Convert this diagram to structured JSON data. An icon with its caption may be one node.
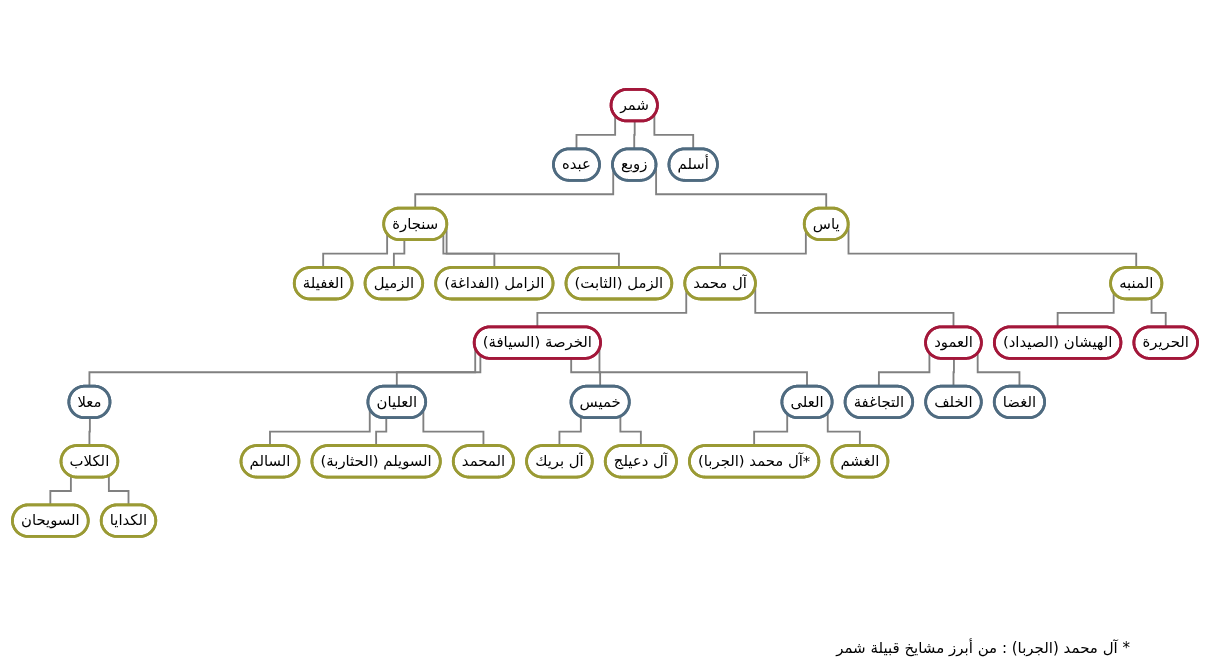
{
  "diagram": {
    "caption": "* آل محمد (الجربا) : من أبرز مشايخ قبيلة شمر",
    "nodes": [
      {
        "text": [
          "شمر"
        ]
      },
      {
        "text": [
          "أسلم"
        ]
      },
      {
        "text": [
          "زوبع"
        ]
      },
      {
        "text": [
          "عبده"
        ]
      },
      {
        "text": [
          "سنجارة"
        ]
      },
      {
        "text": [
          "ياس"
        ]
      },
      {
        "text": [
          "آل محمد"
        ]
      },
      {
        "text": [
          "المنبه"
        ]
      },
      {
        "text": [
          "الحريرة"
        ]
      },
      {
        "text": [
          "الهيشان (الصيداد)"
        ]
      },
      {
        "text": [
          "الزمل (الثابت)"
        ]
      },
      {
        "text": [
          "الزامل (الفداغة)"
        ]
      },
      {
        "text": [
          "الزميل"
        ]
      },
      {
        "text": [
          "الغفيلة"
        ]
      },
      {
        "text": [
          "الخرصة (السيافة)"
        ]
      },
      {
        "text": [
          "العمود"
        ]
      },
      {
        "text": [
          "الغضا"
        ]
      },
      {
        "text": [
          "الخلف"
        ]
      },
      {
        "text": [
          "التجاغفة"
        ]
      },
      {
        "text": [
          "العلى"
        ]
      },
      {
        "text": [
          "خميس"
        ]
      },
      {
        "text": [
          "العليان"
        ]
      },
      {
        "text": [
          "معلا"
        ]
      },
      {
        "text": [
          "الغشم"
        ]
      },
      {
        "text": [
          "آل محمد (الجربا)*"
        ]
      },
      {
        "text": [
          "آل دعيلج"
        ]
      },
      {
        "text": [
          "آل بريك"
        ]
      },
      {
        "text": [
          "المحمد"
        ]
      },
      {
        "text": [
          "السويلم (الحثاربة)"
        ]
      },
      {
        "text": [
          "السالم"
        ]
      },
      {
        "text": [
          "الكلاب"
        ]
      },
      {
        "text": [
          "السويحان"
        ]
      },
      {
        "text": [
          "الكدايا"
        ]
      }
    ],
    "edges": [
      {
        "from": 0,
        "to": 1,
        "arrow": "none"
      },
      {
        "from": 0,
        "to": 2,
        "arrow": "none"
      },
      {
        "from": 0,
        "to": 3,
        "arrow": "none"
      },
      {
        "from": 2,
        "to": 4,
        "arrow": "none"
      },
      {
        "from": 2,
        "to": 5,
        "arrow": "none"
      },
      {
        "from": 5,
        "to": 6,
        "arrow": "none"
      },
      {
        "from": 5,
        "to": 7,
        "arrow": "none"
      },
      {
        "from": 7,
        "to": 8,
        "arrow": "none"
      },
      {
        "from": 7,
        "to": 9,
        "arrow": "none"
      },
      {
        "from": 4,
        "to": 10,
        "arrow": "none"
      },
      {
        "from": 4,
        "to": 11,
        "arrow": "none"
      },
      {
        "from": 4,
        "to": 12,
        "arrow": "none"
      },
      {
        "from": 4,
        "to": 13,
        "arrow": "none"
      },
      {
        "from": 6,
        "to": 14,
        "arrow": "none"
      },
      {
        "from": 6,
        "to": 15,
        "arrow": "none"
      },
      {
        "from": 15,
        "to": 16,
        "arrow": "none"
      },
      {
        "from": 15,
        "to": 17,
        "arrow": "none"
      },
      {
        "from": 15,
        "to": 18,
        "arrow": "none"
      },
      {
        "from": 14,
        "to": 19,
        "arrow": "none"
      },
      {
        "from": 14,
        "to": 20,
        "arrow": "none"
      },
      {
        "from": 14,
        "to": 21,
        "arrow": "none"
      },
      {
        "from": 14,
        "to": 22,
        "arrow": "none"
      },
      {
        "from": 19,
        "to": 23,
        "arrow": "none"
      },
      {
        "from": 19,
        "to": 24,
        "arrow": "none"
      },
      {
        "from": 20,
        "to": 25,
        "arrow": "none"
      },
      {
        "from": 20,
        "to": 26,
        "arrow": "none"
      },
      {
        "from": 21,
        "to": 27,
        "arrow": "none"
      },
      {
        "from": 21,
        "to": 28,
        "arrow": "none"
      },
      {
        "from": 21,
        "to": 29,
        "arrow": "none"
      },
      {
        "from": 22,
        "to": 30,
        "arrow": "none"
      },
      {
        "from": 30,
        "to": 31,
        "arrow": "none"
      },
      {
        "from": 30,
        "to": 32,
        "arrow": "none"
      }
    ]
  }
}
